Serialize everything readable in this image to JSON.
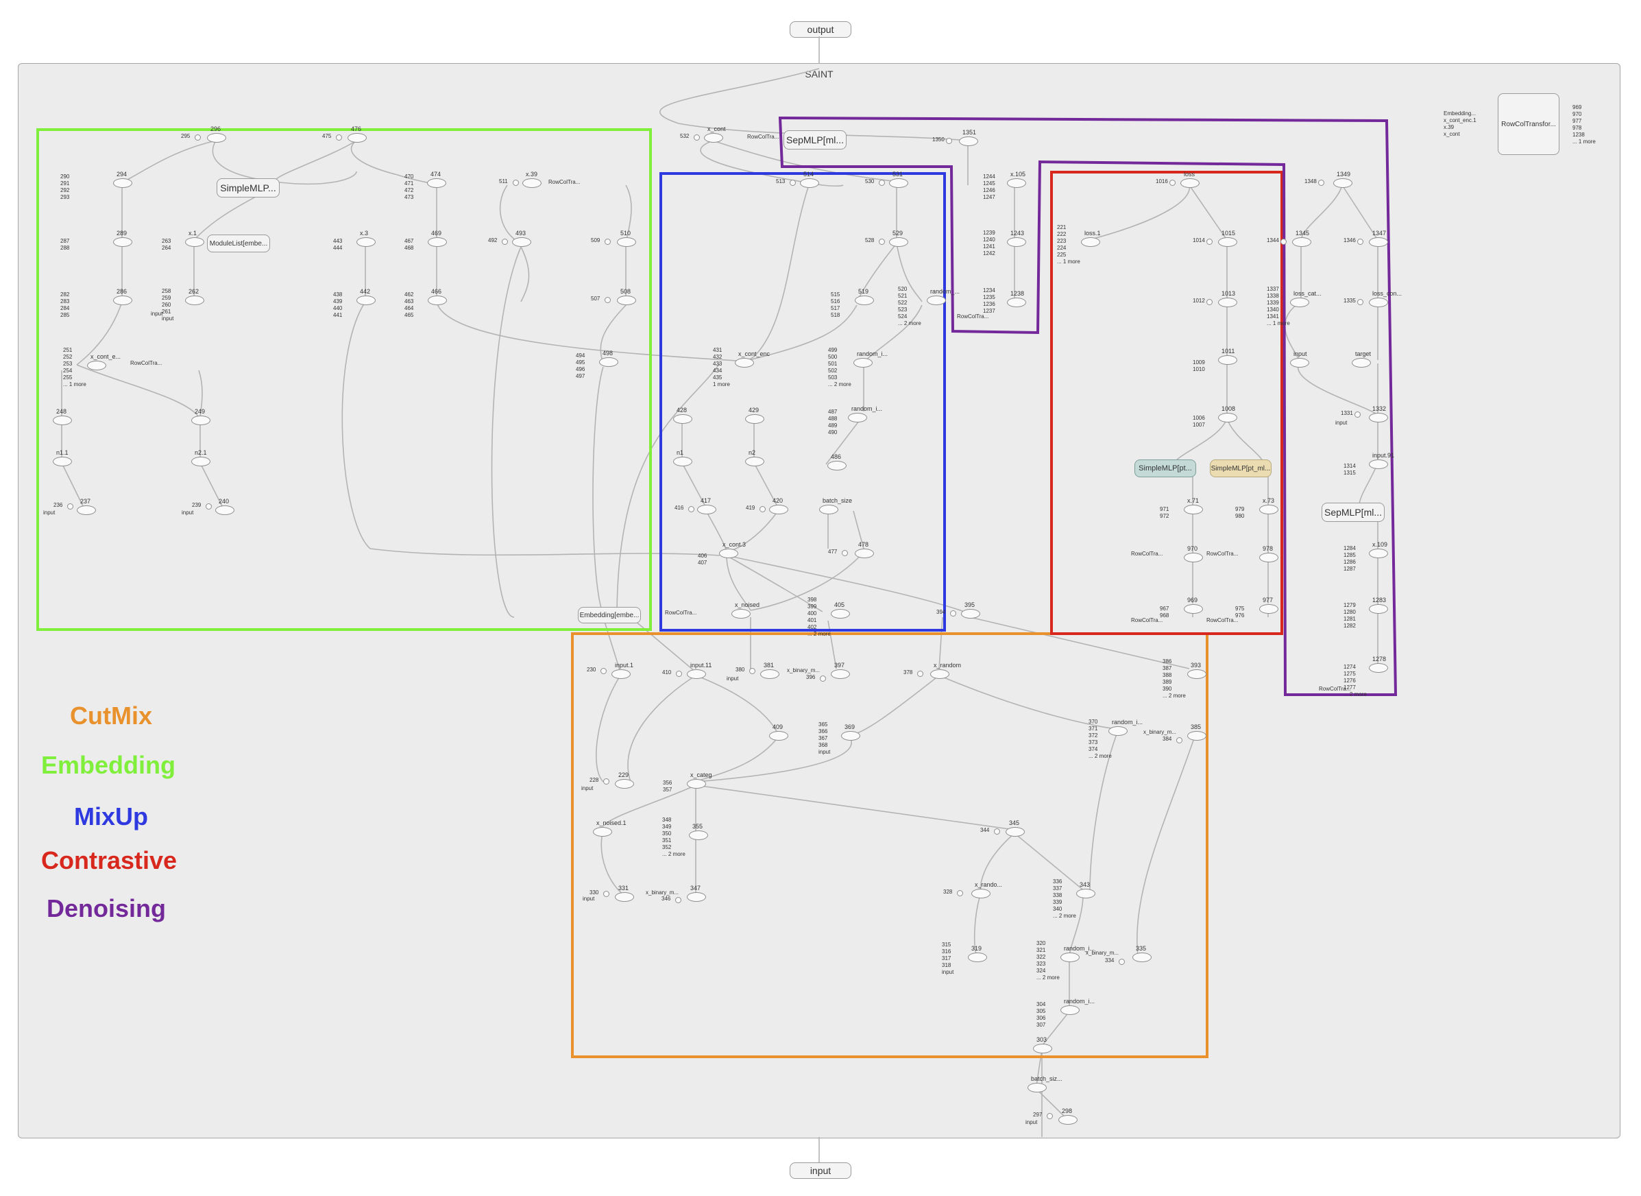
{
  "graph": {
    "output_label": "output",
    "input_label": "input",
    "main_label": "SAINT",
    "modules": {
      "simple_mlp_left": "SimpleMLP...",
      "module_list": "ModuleList[embe...",
      "sep_mlp_top": "SepMLP[ml...",
      "sep_mlp_right": "SepMLP[ml...",
      "simple_mlp_green": "SimpleMLP[pt...",
      "simple_mlp_tan": "SimpleMLP[pt_ml...",
      "embedding_block": "Embedding[embe...",
      "rowcol_block": "RowColTransfor..."
    },
    "colors": {
      "cutmix": "#e8912d",
      "embedding": "#80ef3b",
      "mixup": "#2e3ae0",
      "contrastive": "#d8271d",
      "denoising": "#74299a"
    }
  },
  "legend": {
    "cutmix": "CutMix",
    "embedding": "Embedding",
    "mixup": "MixUp",
    "contrastive": "Contrastive",
    "denoising": "Denoising"
  },
  "nodes": [
    {
      "id": "296",
      "label": "296"
    },
    {
      "id": "476",
      "label": "476"
    },
    {
      "id": "294",
      "label": "294"
    },
    {
      "id": "474",
      "label": "474"
    },
    {
      "id": "x39",
      "label": "x.39"
    },
    {
      "id": "x1",
      "label": "x.1"
    },
    {
      "id": "x3",
      "label": "x.3"
    },
    {
      "id": "469",
      "label": "469"
    },
    {
      "id": "493",
      "label": "493"
    },
    {
      "id": "510",
      "label": "510"
    },
    {
      "id": "289",
      "label": "289"
    },
    {
      "id": "286",
      "label": "286"
    },
    {
      "id": "262",
      "label": "262"
    },
    {
      "id": "442",
      "label": "442"
    },
    {
      "id": "466",
      "label": "466"
    },
    {
      "id": "508",
      "label": "508"
    },
    {
      "id": "xconte",
      "label": "x_cont_e..."
    },
    {
      "id": "498",
      "label": "498"
    },
    {
      "id": "248",
      "label": "248"
    },
    {
      "id": "249",
      "label": "249"
    },
    {
      "id": "n11",
      "label": "n1.1"
    },
    {
      "id": "n21",
      "label": "n2.1"
    },
    {
      "id": "237",
      "label": "237"
    },
    {
      "id": "240",
      "label": "240"
    },
    {
      "id": "xcont",
      "label": "x_cont"
    },
    {
      "id": "514",
      "label": "514"
    },
    {
      "id": "531",
      "label": "531"
    },
    {
      "id": "529",
      "label": "529"
    },
    {
      "id": "519",
      "label": "519"
    },
    {
      "id": "random1",
      "label": "random_..."
    },
    {
      "id": "xcontenc",
      "label": "x_cont_enc"
    },
    {
      "id": "randomi",
      "label": "random_i..."
    },
    {
      "id": "randomi2",
      "label": "random_i..."
    },
    {
      "id": "428",
      "label": "428"
    },
    {
      "id": "429",
      "label": "429"
    },
    {
      "id": "486",
      "label": "486"
    },
    {
      "id": "n1",
      "label": "n1"
    },
    {
      "id": "n2",
      "label": "n2"
    },
    {
      "id": "batchsize",
      "label": "batch_size"
    },
    {
      "id": "417",
      "label": "417"
    },
    {
      "id": "420",
      "label": "420"
    },
    {
      "id": "xcont3",
      "label": "x_cont.3"
    },
    {
      "id": "478",
      "label": "478"
    },
    {
      "id": "xnoised",
      "label": "x_noised"
    },
    {
      "id": "405",
      "label": "405"
    },
    {
      "id": "395",
      "label": "395"
    },
    {
      "id": "1351",
      "label": "1351"
    },
    {
      "id": "x105",
      "label": "x.105"
    },
    {
      "id": "1243",
      "label": "1243"
    },
    {
      "id": "1238",
      "label": "1238"
    },
    {
      "id": "loss",
      "label": "loss"
    },
    {
      "id": "loss1",
      "label": "loss.1"
    },
    {
      "id": "1015",
      "label": "1015"
    },
    {
      "id": "1013",
      "label": "1013"
    },
    {
      "id": "1011",
      "label": "1011"
    },
    {
      "id": "1008",
      "label": "1008"
    },
    {
      "id": "x71",
      "label": "x.71"
    },
    {
      "id": "x73",
      "label": "x.73"
    },
    {
      "id": "970",
      "label": "970"
    },
    {
      "id": "978",
      "label": "978"
    },
    {
      "id": "969",
      "label": "969"
    },
    {
      "id": "977",
      "label": "977"
    },
    {
      "id": "1349",
      "label": "1349"
    },
    {
      "id": "1345",
      "label": "1345"
    },
    {
      "id": "1347",
      "label": "1347"
    },
    {
      "id": "losscat",
      "label": "loss_cat..."
    },
    {
      "id": "losscon",
      "label": "loss_con..."
    },
    {
      "id": "inputn",
      "label": "input"
    },
    {
      "id": "target",
      "label": "target"
    },
    {
      "id": "1332",
      "label": "1332"
    },
    {
      "id": "input91",
      "label": "input.91"
    },
    {
      "id": "x109",
      "label": "x.109"
    },
    {
      "id": "1283",
      "label": "1283"
    },
    {
      "id": "1278",
      "label": "1278"
    },
    {
      "id": "input1",
      "label": "input.1"
    },
    {
      "id": "input11",
      "label": "input.11"
    },
    {
      "id": "381",
      "label": "381"
    },
    {
      "id": "397",
      "label": "397"
    },
    {
      "id": "xrandom",
      "label": "x_random"
    },
    {
      "id": "393",
      "label": "393"
    },
    {
      "id": "409",
      "label": "409"
    },
    {
      "id": "369",
      "label": "369"
    },
    {
      "id": "randomi3",
      "label": "random_i..."
    },
    {
      "id": "385",
      "label": "385"
    },
    {
      "id": "229",
      "label": "229"
    },
    {
      "id": "xcateg",
      "label": "x_categ"
    },
    {
      "id": "345",
      "label": "345"
    },
    {
      "id": "xnoised1",
      "label": "x_noised.1"
    },
    {
      "id": "355",
      "label": "355"
    },
    {
      "id": "331",
      "label": "331"
    },
    {
      "id": "347",
      "label": "347"
    },
    {
      "id": "xrando",
      "label": "x_rando..."
    },
    {
      "id": "343",
      "label": "343"
    },
    {
      "id": "319",
      "label": "319"
    },
    {
      "id": "randomi4",
      "label": "random_i..."
    },
    {
      "id": "335",
      "label": "335"
    },
    {
      "id": "randomi5",
      "label": "random_i..."
    },
    {
      "id": "303",
      "label": "303"
    },
    {
      "id": "batchsiz",
      "label": "batch_siz..."
    },
    {
      "id": "298",
      "label": "298"
    }
  ],
  "side_inputs": [
    {
      "id": "s295",
      "text": "295"
    },
    {
      "id": "s475",
      "text": "475"
    },
    {
      "id": "s511",
      "text": "511"
    },
    {
      "id": "s492",
      "text": "492"
    },
    {
      "id": "s509",
      "text": "509"
    },
    {
      "id": "s507",
      "text": "507"
    },
    {
      "id": "s532",
      "text": "532"
    },
    {
      "id": "s513",
      "text": "513"
    },
    {
      "id": "s530",
      "text": "530"
    },
    {
      "id": "s528",
      "text": "528"
    },
    {
      "id": "s416",
      "text": "416"
    },
    {
      "id": "s419",
      "text": "419"
    },
    {
      "id": "s477",
      "text": "477"
    },
    {
      "id": "s1350",
      "text": "1350"
    },
    {
      "id": "s1016",
      "text": "1016"
    },
    {
      "id": "s1014",
      "text": "1014"
    },
    {
      "id": "s1012",
      "text": "1012"
    },
    {
      "id": "s1348",
      "text": "1348"
    },
    {
      "id": "s1344",
      "text": "1344"
    },
    {
      "id": "s1346",
      "text": "1346"
    },
    {
      "id": "s1335",
      "text": "1335"
    },
    {
      "id": "s378",
      "text": "378"
    },
    {
      "id": "s410",
      "text": "410"
    },
    {
      "id": "s344",
      "text": "344"
    },
    {
      "id": "s328",
      "text": "328"
    },
    {
      "id": "s346",
      "text": "346"
    },
    {
      "id": "s384",
      "text": "384"
    },
    {
      "id": "s334",
      "text": "334"
    },
    {
      "id": "s396",
      "text": "396"
    },
    {
      "id": "s394",
      "text": "394"
    },
    {
      "id": "s230",
      "text": "230"
    },
    {
      "id": "s228",
      "text": "228"
    },
    {
      "id": "s380",
      "text": "380"
    },
    {
      "id": "s330",
      "text": "330"
    },
    {
      "id": "s297",
      "text": "297"
    },
    {
      "id": "s236",
      "text": "236"
    },
    {
      "id": "s239",
      "text": "239"
    },
    {
      "id": "s1331",
      "text": "1331"
    }
  ],
  "groups": [
    {
      "id": "g290",
      "lines": [
        "290",
        "291",
        "292",
        "293"
      ]
    },
    {
      "id": "g470",
      "lines": [
        "470",
        "471",
        "472",
        "473"
      ]
    },
    {
      "id": "g287",
      "lines": [
        "287",
        "288"
      ]
    },
    {
      "id": "g263",
      "lines": [
        "263",
        "264"
      ]
    },
    {
      "id": "g443",
      "lines": [
        "443",
        "444"
      ]
    },
    {
      "id": "g467",
      "lines": [
        "467",
        "468"
      ]
    },
    {
      "id": "g282",
      "lines": [
        "282",
        "283",
        "284",
        "285"
      ]
    },
    {
      "id": "g258",
      "lines": [
        "258",
        "259",
        "260",
        "261",
        "input"
      ]
    },
    {
      "id": "g438",
      "lines": [
        "438",
        "439",
        "440",
        "441"
      ]
    },
    {
      "id": "g462",
      "lines": [
        "462",
        "463",
        "464",
        "465"
      ]
    },
    {
      "id": "g251",
      "lines": [
        "251",
        "252",
        "253",
        "254",
        "255",
        "... 1 more"
      ]
    },
    {
      "id": "g494",
      "lines": [
        "494",
        "495",
        "496",
        "497"
      ]
    },
    {
      "id": "g431",
      "lines": [
        "431",
        "432",
        "433",
        "434",
        "435",
        "1 more"
      ]
    },
    {
      "id": "g499",
      "lines": [
        "499",
        "500",
        "501",
        "502",
        "503",
        "... 2 more"
      ]
    },
    {
      "id": "g515",
      "lines": [
        "515",
        "516",
        "517",
        "518"
      ]
    },
    {
      "id": "g520",
      "lines": [
        "520",
        "521",
        "522",
        "523",
        "524",
        "... 2 more"
      ]
    },
    {
      "id": "g487",
      "lines": [
        "487",
        "488",
        "489",
        "490"
      ]
    },
    {
      "id": "g406",
      "lines": [
        "406",
        "407"
      ]
    },
    {
      "id": "g398",
      "lines": [
        "398",
        "399",
        "400",
        "401",
        "402",
        "... 2 more"
      ]
    },
    {
      "id": "g1244",
      "lines": [
        "1244",
        "1245",
        "1246",
        "1247"
      ]
    },
    {
      "id": "g1239",
      "lines": [
        "1239",
        "1240",
        "1241",
        "1242"
      ]
    },
    {
      "id": "g1234",
      "lines": [
        "1234",
        "1235",
        "1236",
        "1237"
      ]
    },
    {
      "id": "g221",
      "lines": [
        "221",
        "222",
        "223",
        "224",
        "225",
        "... 1 more"
      ]
    },
    {
      "id": "g1009",
      "lines": [
        "1009",
        "1010"
      ]
    },
    {
      "id": "g1006",
      "lines": [
        "1006",
        "1007"
      ]
    },
    {
      "id": "g971",
      "lines": [
        "971",
        "972"
      ]
    },
    {
      "id": "g979",
      "lines": [
        "979",
        "980"
      ]
    },
    {
      "id": "g967",
      "lines": [
        "967",
        "968"
      ]
    },
    {
      "id": "g975",
      "lines": [
        "975",
        "976"
      ]
    },
    {
      "id": "g1337",
      "lines": [
        "1337",
        "1338",
        "1339",
        "1340",
        "1341",
        "... 1 more"
      ]
    },
    {
      "id": "g1314",
      "lines": [
        "1314",
        "1315"
      ]
    },
    {
      "id": "g1284",
      "lines": [
        "1284",
        "1285",
        "1286",
        "1287"
      ]
    },
    {
      "id": "g1279",
      "lines": [
        "1279",
        "1280",
        "1281",
        "1282"
      ]
    },
    {
      "id": "g1274",
      "lines": [
        "1274",
        "1275",
        "1276",
        "1277",
        "... 2 more"
      ]
    },
    {
      "id": "g386",
      "lines": [
        "386",
        "387",
        "388",
        "389",
        "390",
        "... 2 more"
      ]
    },
    {
      "id": "g365",
      "lines": [
        "365",
        "366",
        "367",
        "368",
        "input"
      ]
    },
    {
      "id": "g370",
      "lines": [
        "370",
        "371",
        "372",
        "373",
        "374",
        "... 2 more"
      ]
    },
    {
      "id": "g356",
      "lines": [
        "356",
        "357"
      ]
    },
    {
      "id": "g348",
      "lines": [
        "348",
        "349",
        "350",
        "351",
        "352",
        "... 2 more"
      ]
    },
    {
      "id": "g336",
      "lines": [
        "336",
        "337",
        "338",
        "339",
        "340",
        "... 2 more"
      ]
    },
    {
      "id": "g315",
      "lines": [
        "315",
        "316",
        "317",
        "318",
        "input"
      ]
    },
    {
      "id": "g320",
      "lines": [
        "320",
        "321",
        "322",
        "323",
        "324",
        "... 2 more"
      ]
    },
    {
      "id": "g304",
      "lines": [
        "304",
        "305",
        "306",
        "307"
      ]
    },
    {
      "id": "grow",
      "lines": [
        "Embedding...",
        "x_cont_enc.1",
        "x.39",
        "x_cont"
      ]
    },
    {
      "id": "gout",
      "lines": [
        "969",
        "970",
        "977",
        "978",
        "1238",
        "... 1 more"
      ]
    }
  ],
  "small_labels": [
    {
      "id": "t_rowcol1",
      "text": "RowColTra..."
    },
    {
      "id": "t_rowcol2",
      "text": "RowColTra..."
    },
    {
      "id": "t_rowcol3",
      "text": "RowColTra..."
    },
    {
      "id": "t_rowcol4",
      "text": "RowColTra..."
    },
    {
      "id": "t_rowcol5",
      "text": "RowColTra..."
    },
    {
      "id": "t_rowcol6",
      "text": "RowColTra..."
    },
    {
      "id": "t_rowcol7",
      "text": "RowColTra..."
    },
    {
      "id": "t_rowcol8",
      "text": "RowColTra..."
    },
    {
      "id": "t_rowcol9",
      "text": "RowColTra..."
    },
    {
      "id": "t_rowcol10",
      "text": "RowColTra..."
    },
    {
      "id": "t_rowcol11",
      "text": "RowColTra..."
    },
    {
      "id": "t_input_237",
      "text": "input"
    },
    {
      "id": "t_input_240",
      "text": "input"
    },
    {
      "id": "t_input_381",
      "text": "input"
    },
    {
      "id": "t_input_229",
      "text": "input"
    },
    {
      "id": "t_input_331",
      "text": "input"
    },
    {
      "id": "t_input_298",
      "text": "input"
    },
    {
      "id": "t_input_1",
      "text": "input"
    },
    {
      "id": "t_input_1332",
      "text": "input"
    },
    {
      "id": "t_xbm1",
      "text": "x_binary_m..."
    },
    {
      "id": "t_xbm2",
      "text": "x_binary_m..."
    },
    {
      "id": "t_xbm3",
      "text": "x_binary_m..."
    },
    {
      "id": "t_xbm4",
      "text": "x_binary_m..."
    }
  ]
}
